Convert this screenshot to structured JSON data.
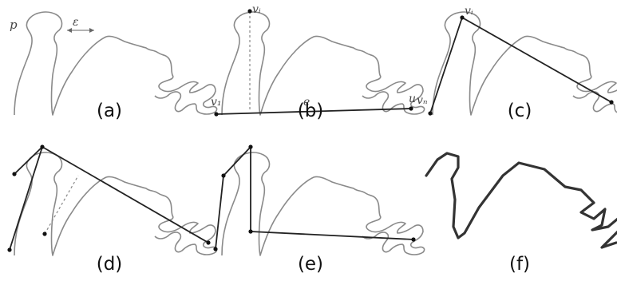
{
  "panels": [
    {
      "id": "a",
      "caption": "(a)",
      "labels": {
        "p": "p",
        "eps": "ε"
      }
    },
    {
      "id": "b",
      "caption": "(b)",
      "labels": {
        "v1": "v₁",
        "u": "u",
        "e": "e",
        "vi": "vᵢ"
      }
    },
    {
      "id": "c",
      "caption": "(c)",
      "labels": {
        "vi": "vᵢ",
        "vn": "vₙ"
      }
    },
    {
      "id": "d",
      "caption": "(d)",
      "labels": {}
    },
    {
      "id": "e",
      "caption": "(e)",
      "labels": {}
    },
    {
      "id": "f",
      "caption": "(f)",
      "labels": {}
    }
  ]
}
